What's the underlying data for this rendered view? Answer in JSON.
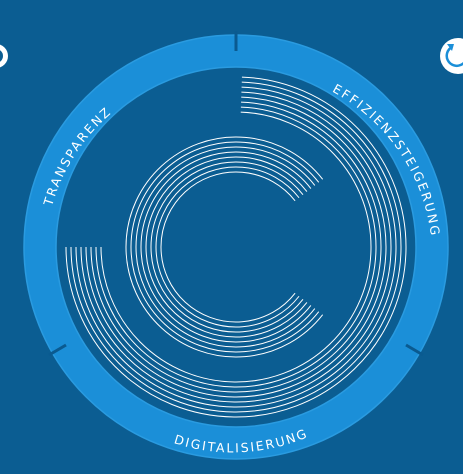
{
  "diagram": {
    "segments": [
      {
        "id": "transparenz",
        "label": "TRANSPARENZ"
      },
      {
        "id": "effizienz",
        "label": "EFFIZIENZSTEIGERUNG"
      },
      {
        "id": "digital",
        "label": "DIGITALISIERUNG"
      }
    ]
  },
  "colors": {
    "background": "#0b5d92",
    "ring": "#1b8fd8",
    "divider": "#0a5a90",
    "lines": "#ffffff"
  },
  "icons": [
    "cycle-arrows-icon",
    "round-icon"
  ]
}
